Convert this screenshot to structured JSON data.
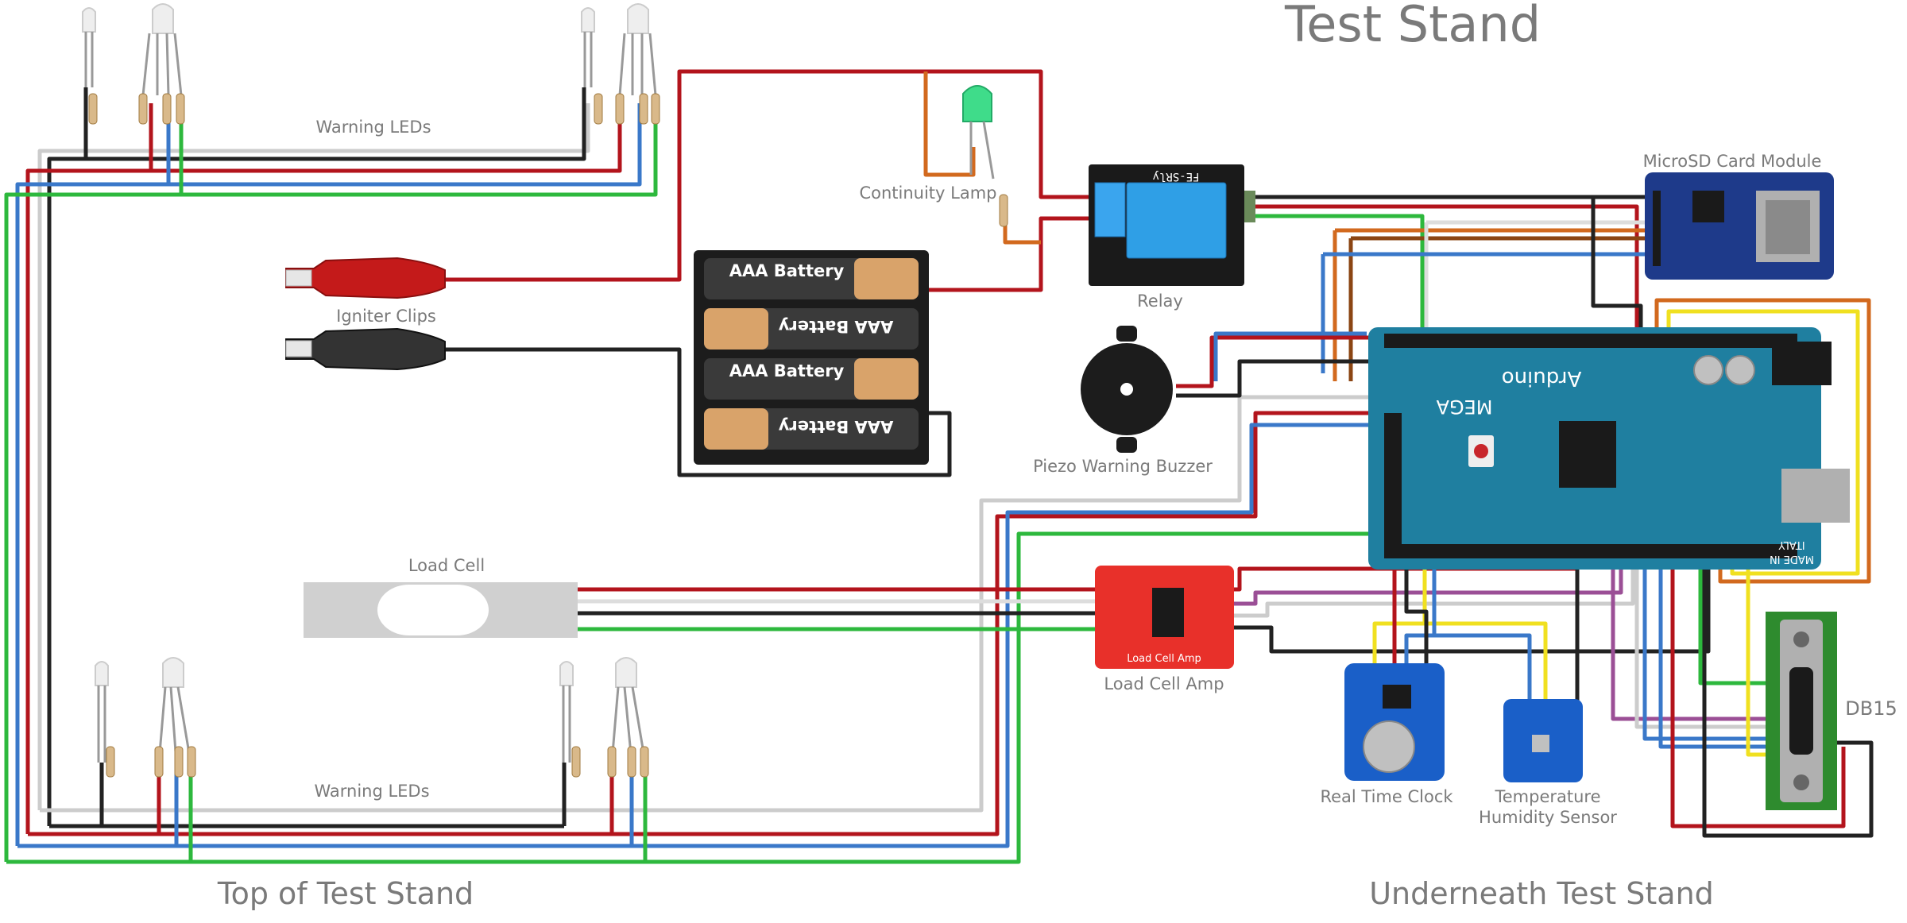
{
  "title": "Test Stand",
  "sections": {
    "top": "Top of Test Stand",
    "underneath": "Underneath Test Stand"
  },
  "labels": {
    "warning_leds_top": "Warning LEDs",
    "warning_leds_bottom": "Warning LEDs",
    "continuity_lamp": "Continuity Lamp",
    "relay": "Relay",
    "igniter_clips": "Igniter Clips",
    "piezo_buzzer": "Piezo Warning Buzzer",
    "load_cell": "Load Cell",
    "load_cell_amp": "Load Cell Amp",
    "microsd": "MicroSD Card Module",
    "rtc": "Real Time Clock",
    "temp_sensor_line1": "Temperature",
    "temp_sensor_line2": "Humidity Sensor",
    "db15": "DB15"
  },
  "battery": {
    "cells": [
      "AAA Battery",
      "AAA Battery",
      "AAA Battery",
      "AAA Battery"
    ]
  },
  "arduino": {
    "brand": "Arduino",
    "model": "MEGA",
    "made_in_1": "MADE IN",
    "made_in_2": "ITALY"
  },
  "chips": {
    "relay_marking": "FE-SRly",
    "load_cell_amp_marking": "Load Cell Amp"
  },
  "colors": {
    "wire_red": "#b3141c",
    "wire_black": "#222222",
    "wire_green": "#2db83d",
    "wire_blue": "#3a78c9",
    "wire_orange": "#d2691e",
    "wire_yellow": "#f0e020",
    "wire_white": "#cccccc",
    "wire_purple": "#9b4f96",
    "arduino_board": "#1f7fa0",
    "relay_board": "#1a1a1a",
    "relay_block": "#2f9fe6",
    "load_cell_amp_board": "#e8302a",
    "sd_board": "#1e3a8a",
    "sensor_board": "#1a5fc8",
    "db15_board": "#2e8b2e"
  }
}
